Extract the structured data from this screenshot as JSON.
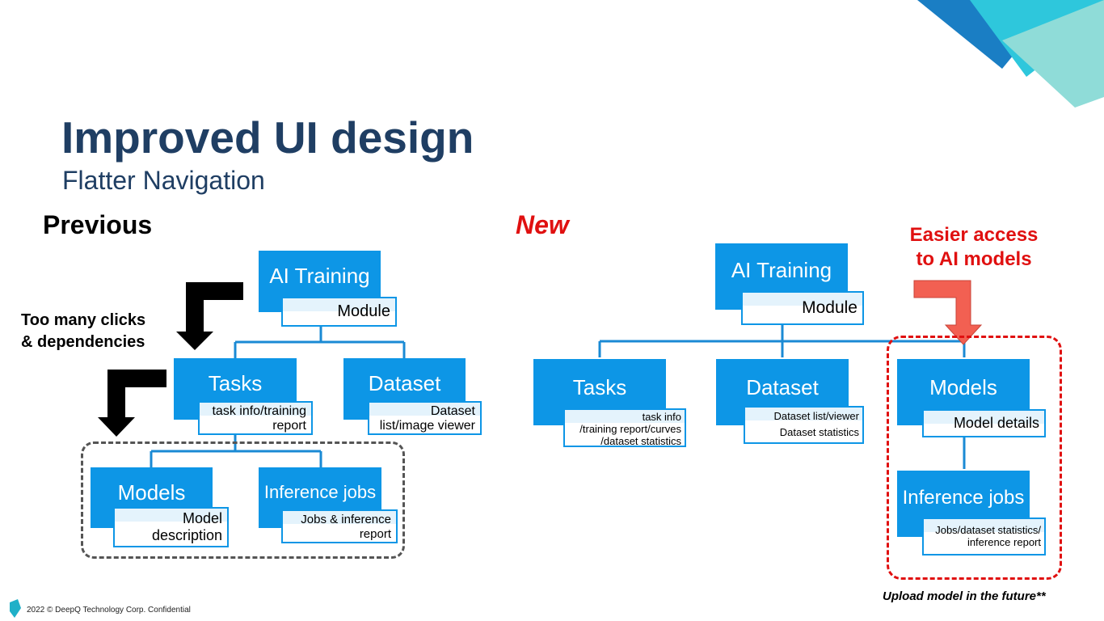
{
  "title": "Improved UI design",
  "subtitle": "Flatter Navigation",
  "previous": {
    "heading": "Previous",
    "note": "Too many clicks\n& dependencies",
    "nodes": {
      "ai_training": {
        "title": "AI Training",
        "sub": "Module"
      },
      "tasks": {
        "title": "Tasks",
        "sub": "task info/training\nreport"
      },
      "dataset": {
        "title": "Dataset",
        "sub": "Dataset\nlist/image viewer"
      },
      "models": {
        "title": "Models",
        "sub": "Model\ndescription"
      },
      "inference": {
        "title": "Inference jobs",
        "sub": "Jobs & inference\nreport"
      }
    }
  },
  "new": {
    "heading": "New",
    "callout": "Easier access\nto AI models",
    "future_note": "Upload model in the future**",
    "nodes": {
      "ai_training": {
        "title": "AI Training",
        "sub": "Module"
      },
      "tasks": {
        "title": "Tasks",
        "sub": "task info\n/training report/curves\n/dataset statistics"
      },
      "dataset": {
        "title": "Dataset",
        "sub": "Dataset list/viewer\nDataset statistics"
      },
      "models": {
        "title": "Models",
        "sub": "Model details"
      },
      "inference": {
        "title": "Inference jobs",
        "sub": "Jobs/dataset statistics/\ninference report"
      }
    }
  },
  "footer": "2022 © DeepQ Technology Corp. Confidential",
  "colors": {
    "node_blue": "#0d96e6",
    "title_navy": "#1f3e63",
    "accent_red": "#e01010",
    "arrow_red": "#f26052"
  }
}
